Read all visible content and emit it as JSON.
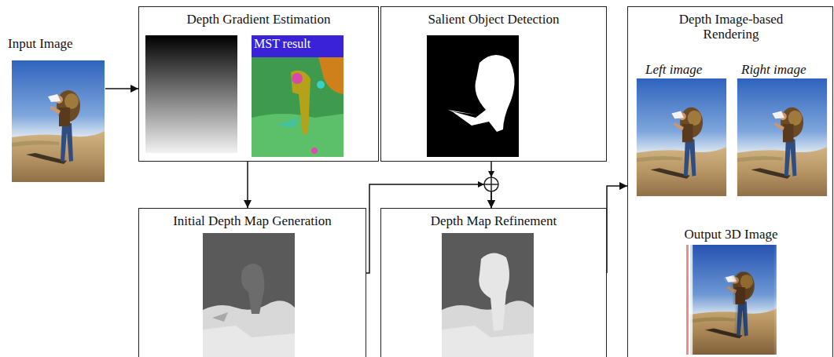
{
  "diagram": {
    "nodes": [
      {
        "text": [
          "Input Image"
        ]
      },
      {
        "text": [
          "Depth Gradient Estimation"
        ]
      },
      {
        "text": [
          "Salient Object Detection"
        ]
      },
      {
        "text": [
          "Depth Image-based Rendering",
          "Left image",
          "Right image",
          "Output 3D Image"
        ]
      },
      {
        "text": [
          "Initial Depth Map Generation"
        ]
      },
      {
        "text": [
          "Depth Map Refinement"
        ]
      }
    ],
    "edges": [
      {
        "from": 0,
        "to": 1,
        "arrow": "to"
      },
      {
        "from": 1,
        "to": 4,
        "arrow": "to"
      },
      {
        "from": 4,
        "to": 5,
        "arrow": "to"
      },
      {
        "from": 2,
        "to": 5,
        "arrow": "to"
      },
      {
        "from": 5,
        "to": 3,
        "arrow": "to"
      }
    ],
    "labels": [
      "MST result"
    ]
  }
}
